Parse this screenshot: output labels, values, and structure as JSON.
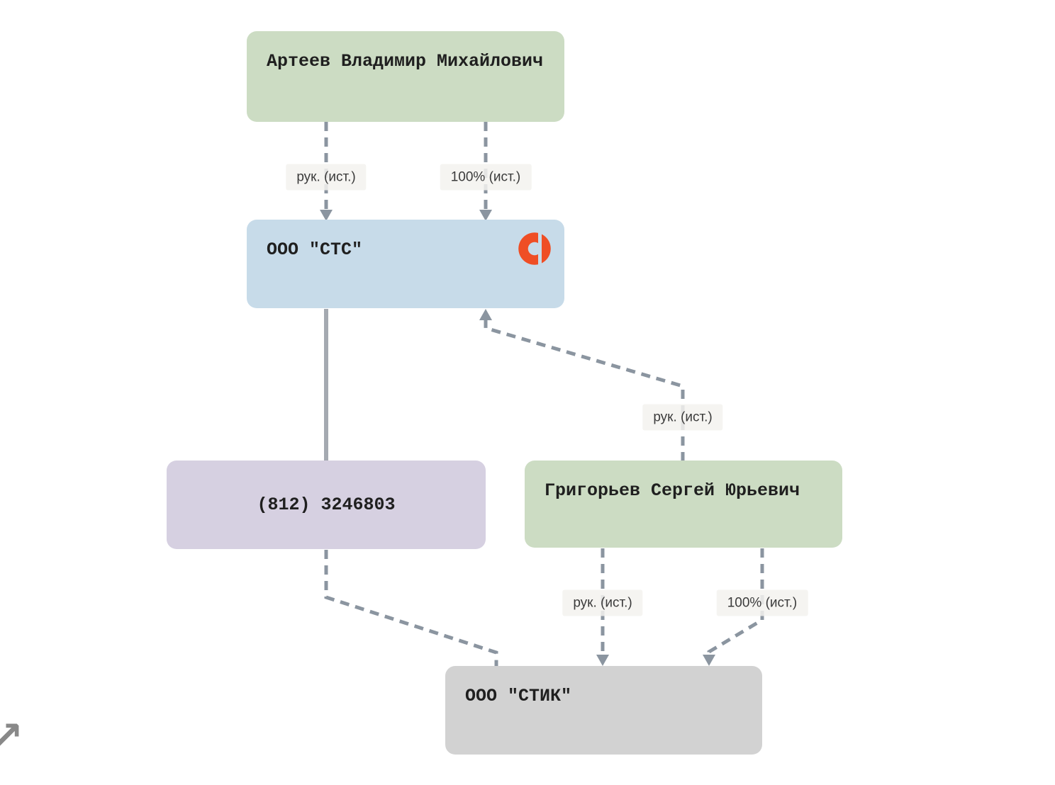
{
  "nodes": [
    {
      "id": "person-arteev",
      "label": "Артеев Владимир Михайлович",
      "kind": "person",
      "color": "#ccdcc3"
    },
    {
      "id": "company-cts",
      "label": "ООО \"СТС\"",
      "kind": "company",
      "color": "#c7dbe9",
      "status_icon": "red-broken-ring"
    },
    {
      "id": "phone",
      "label": "(812) 3246803",
      "kind": "phone",
      "color": "#d6d0e1"
    },
    {
      "id": "person-grigoriev",
      "label": "Григорьев Сергей Юрьевич",
      "kind": "person",
      "color": "#ccdcc3"
    },
    {
      "id": "company-stik",
      "label": "ООО \"СТИК\"",
      "kind": "company",
      "color": "#d2d2d2"
    }
  ],
  "edges": [
    {
      "from": "Артеев Владимир Михайлович",
      "to": "ООО \"СТС\"",
      "label": "рук. (ист.)",
      "style": "dashed-arrow"
    },
    {
      "from": "Артеев Владимир Михайлович",
      "to": "ООО \"СТС\"",
      "label": "100% (ист.)",
      "style": "dashed-arrow"
    },
    {
      "from": "Григорьев Сергей Юрьевич",
      "to": "ООО \"СТС\"",
      "label": "рук. (ист.)",
      "style": "dashed-arrow"
    },
    {
      "from": "ООО \"СТС\"",
      "to": "(812) 3246803",
      "label": "",
      "style": "solid"
    },
    {
      "from": "(812) 3246803",
      "to": "ООО \"СТИК\"",
      "label": "",
      "style": "dashed"
    },
    {
      "from": "Григорьев Сергей Юрьевич",
      "to": "ООО \"СТИК\"",
      "label": "рук. (ист.)",
      "style": "dashed-arrow"
    },
    {
      "from": "Григорьев Сергей Юрьевич",
      "to": "ООО \"СТИК\"",
      "label": "100% (ист.)",
      "style": "dashed-arrow"
    }
  ],
  "colors": {
    "person_node": "#ccdcc3",
    "company_active_node": "#c7dbe9",
    "phone_node": "#d6d0e1",
    "company_gray_node": "#d2d2d2",
    "edge_dashed": "#8b95a0",
    "edge_solid": "#a5aab1",
    "label_background": "#f3f2ee",
    "status_icon_orange": "#ef4e25",
    "node_text": "#1f1f1f"
  },
  "icons": {
    "company_status": "red-broken-ring",
    "corner_glyph": "↗"
  }
}
